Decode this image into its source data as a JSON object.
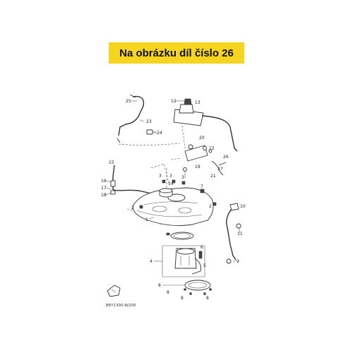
{
  "banner": {
    "text": "Na obrázku díl číslo 26",
    "color": "#f6d51f"
  },
  "diagram": {
    "code": "B6Y1300-W200",
    "callouts": [
      "25",
      "23",
      "24",
      "12",
      "13",
      "20",
      "22",
      "26",
      "19",
      "27",
      "21",
      "15",
      "16",
      "17",
      "18",
      "3",
      "3",
      "3",
      "14",
      "7",
      "2",
      "2",
      "1",
      "10",
      "11",
      "9",
      "6",
      "5",
      "4",
      "8",
      "8",
      "8",
      "8"
    ]
  }
}
